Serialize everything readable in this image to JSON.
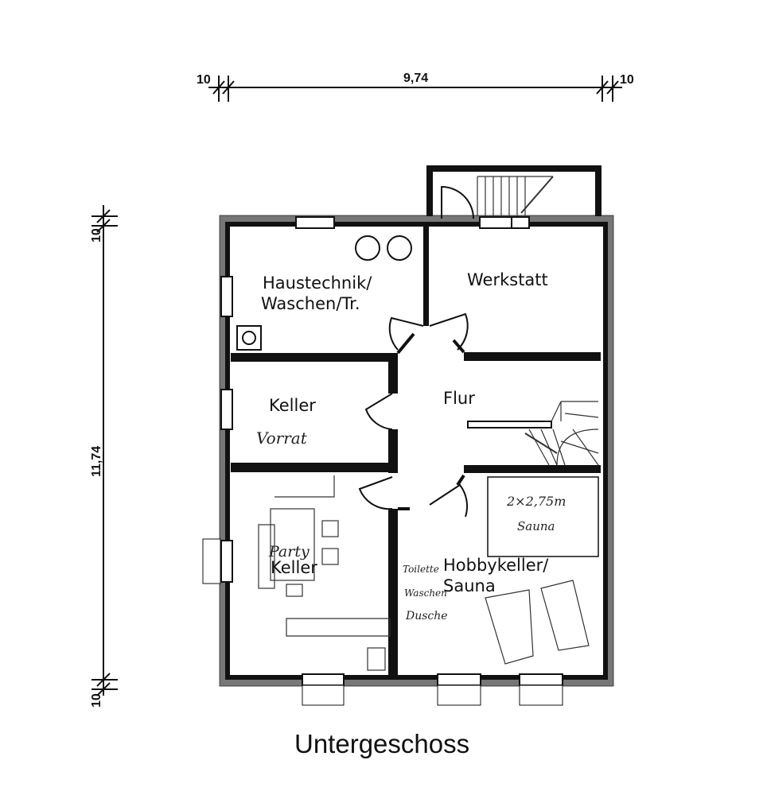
{
  "dimensions": {
    "top_left_wall": "10",
    "top_width": "9,74",
    "top_right_wall": "10",
    "left_top_wall": "10",
    "left_height": "11,74",
    "left_bottom_wall": "10"
  },
  "rooms": {
    "haustechnik": [
      "Haustechnik/",
      "Waschen/Tr."
    ],
    "werkstatt": "Werkstatt",
    "flur": "Flur",
    "keller": "Keller",
    "keller_note": "Vorrat",
    "party_keller": [
      "Party",
      "Keller"
    ],
    "hobbykeller": [
      "Hobbykeller/",
      "Sauna"
    ],
    "sauna_box": [
      "2×2,75m",
      "Sauna"
    ],
    "hobby_notes": [
      "Toilette",
      "Waschen",
      "Dusche"
    ]
  },
  "title": "Untergeschoss"
}
